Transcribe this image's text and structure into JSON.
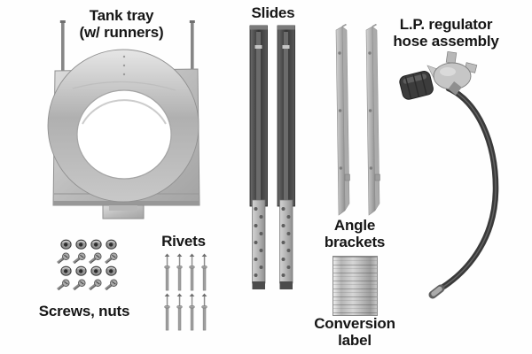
{
  "page": {
    "background": "#fefefe",
    "label_text_color": "#161616"
  },
  "parts": {
    "tank_tray": {
      "label_line1": "Tank tray",
      "label_line2": "(w/ runners)",
      "quantity": 1
    },
    "slides": {
      "label": "Slides",
      "quantity": 2
    },
    "regulator_hose": {
      "label_line1": "L.P. regulator",
      "label_line2": "hose assembly",
      "quantity": 1
    },
    "hardware": {
      "label": "Screws, nuts",
      "nut_rows": 2,
      "screw_rows": 2,
      "nuts_per_row": 4,
      "screws_per_row": 4
    },
    "rivets": {
      "label": "Rivets",
      "rows": 2,
      "per_row": 4
    },
    "angle_brackets": {
      "label_line1": "Angle",
      "label_line2": "brackets",
      "quantity": 2
    },
    "conversion_label": {
      "label_line1": "Conversion",
      "label_line2": "label",
      "quantity": 1
    }
  },
  "colors": {
    "metal_light": "#d4d4d4",
    "metal_mid": "#9b9b9b",
    "metal_dark": "#3c3c3c",
    "hose": "#3a3a3a",
    "paper_white": "#ffffff"
  }
}
